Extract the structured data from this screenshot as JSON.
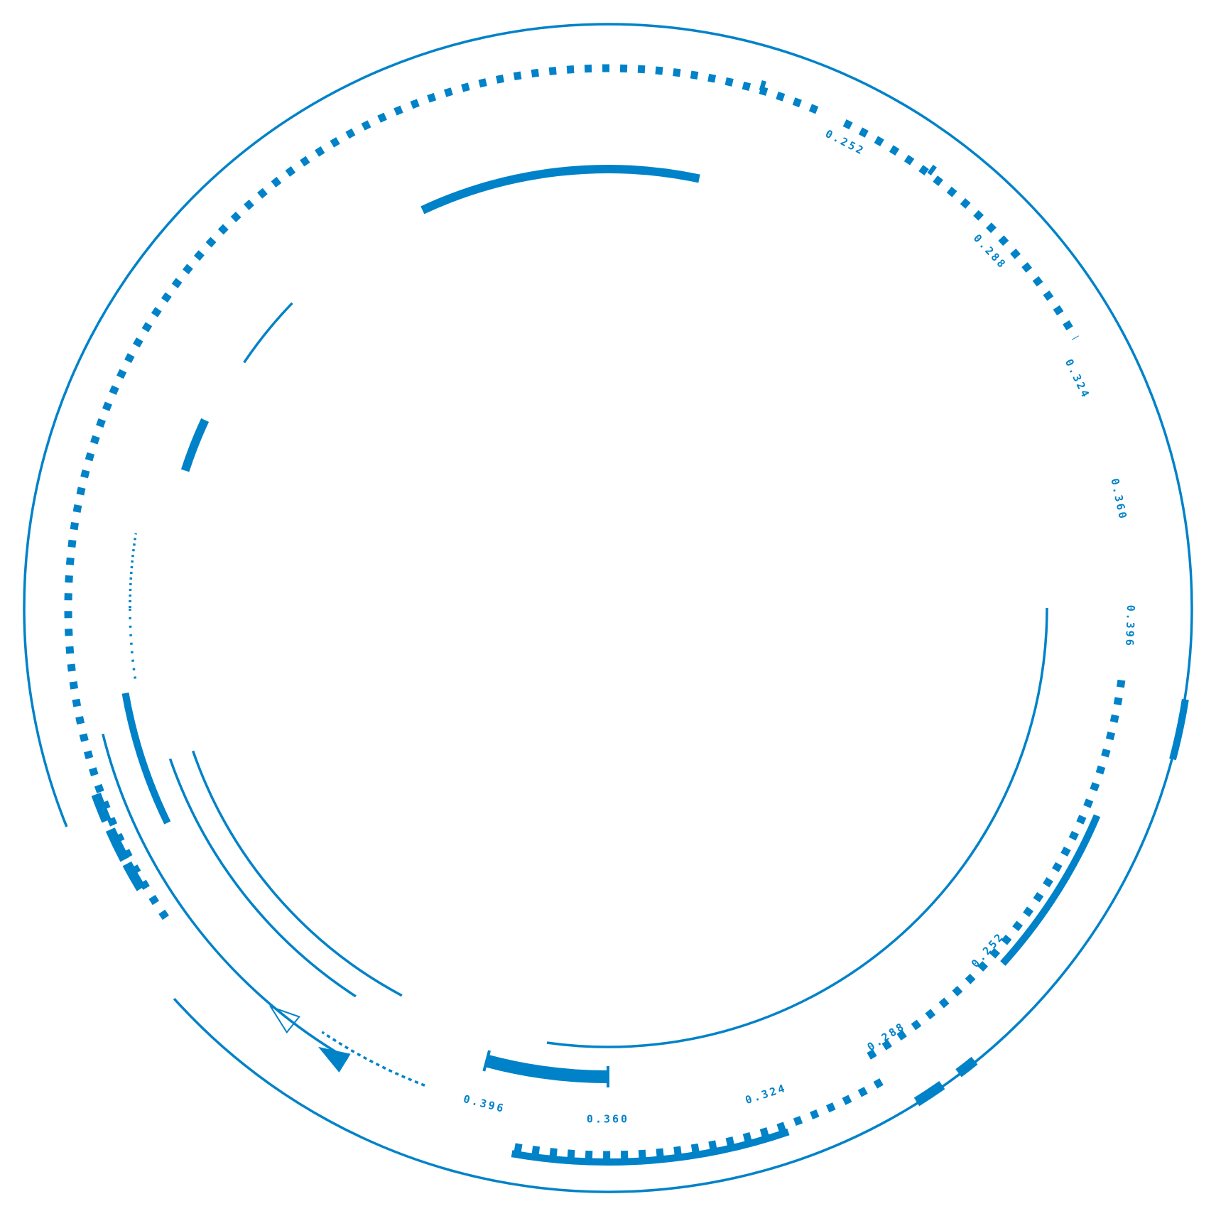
{
  "theme": {
    "accent_color": "#0082c8",
    "background_color": "#ffffff"
  },
  "labels_upper": [
    "0.252",
    "0.288",
    "0.324",
    "0.360",
    "0.396"
  ],
  "labels_lower": [
    "0.252",
    "0.288",
    "0.324",
    "0.360",
    "0.396"
  ],
  "markers": {
    "outline_triangle": "triangle-outline-icon",
    "filled_triangle": "triangle-filled-icon"
  }
}
